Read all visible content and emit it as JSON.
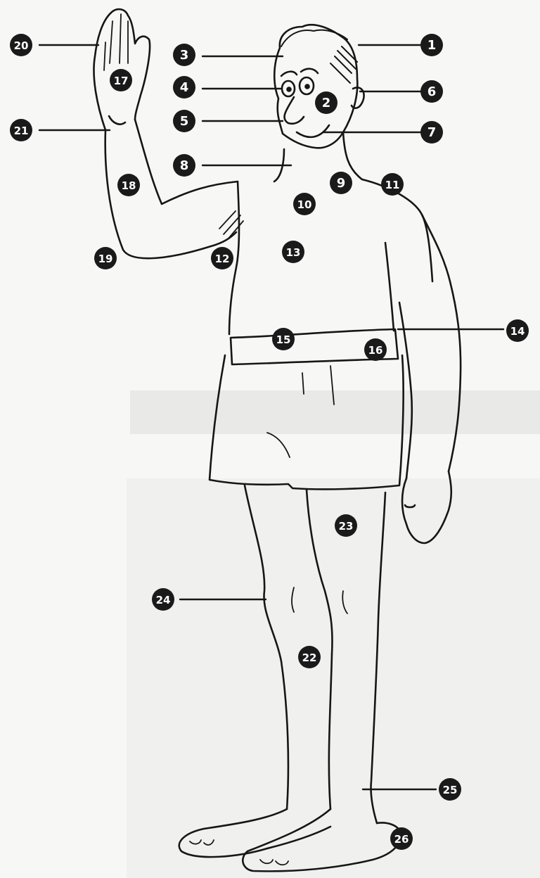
{
  "diagram": {
    "labels": [
      {
        "id": "m1",
        "text": "1"
      },
      {
        "id": "m2",
        "text": "2"
      },
      {
        "id": "m3",
        "text": "3"
      },
      {
        "id": "m4",
        "text": "4"
      },
      {
        "id": "m5",
        "text": "5"
      },
      {
        "id": "m6",
        "text": "6"
      },
      {
        "id": "m7",
        "text": "7"
      },
      {
        "id": "m8",
        "text": "8"
      },
      {
        "id": "m9",
        "text": "9"
      },
      {
        "id": "m10",
        "text": "10"
      },
      {
        "id": "m11",
        "text": "11"
      },
      {
        "id": "m12",
        "text": "12"
      },
      {
        "id": "m13",
        "text": "13"
      },
      {
        "id": "m14",
        "text": "14"
      },
      {
        "id": "m15",
        "text": "15"
      },
      {
        "id": "m16",
        "text": "16"
      },
      {
        "id": "m17",
        "text": "17"
      },
      {
        "id": "m18",
        "text": "18"
      },
      {
        "id": "m19",
        "text": "19"
      },
      {
        "id": "m20",
        "text": "20"
      },
      {
        "id": "m21",
        "text": "21"
      },
      {
        "id": "m22",
        "text": "22"
      },
      {
        "id": "m23",
        "text": "23"
      },
      {
        "id": "m24",
        "text": "24"
      },
      {
        "id": "m25",
        "text": "25"
      },
      {
        "id": "m26",
        "text": "26"
      }
    ],
    "colors": {
      "ink": "#161616",
      "badge": "#1a1a1a",
      "paper": "#f7f7f5"
    }
  }
}
